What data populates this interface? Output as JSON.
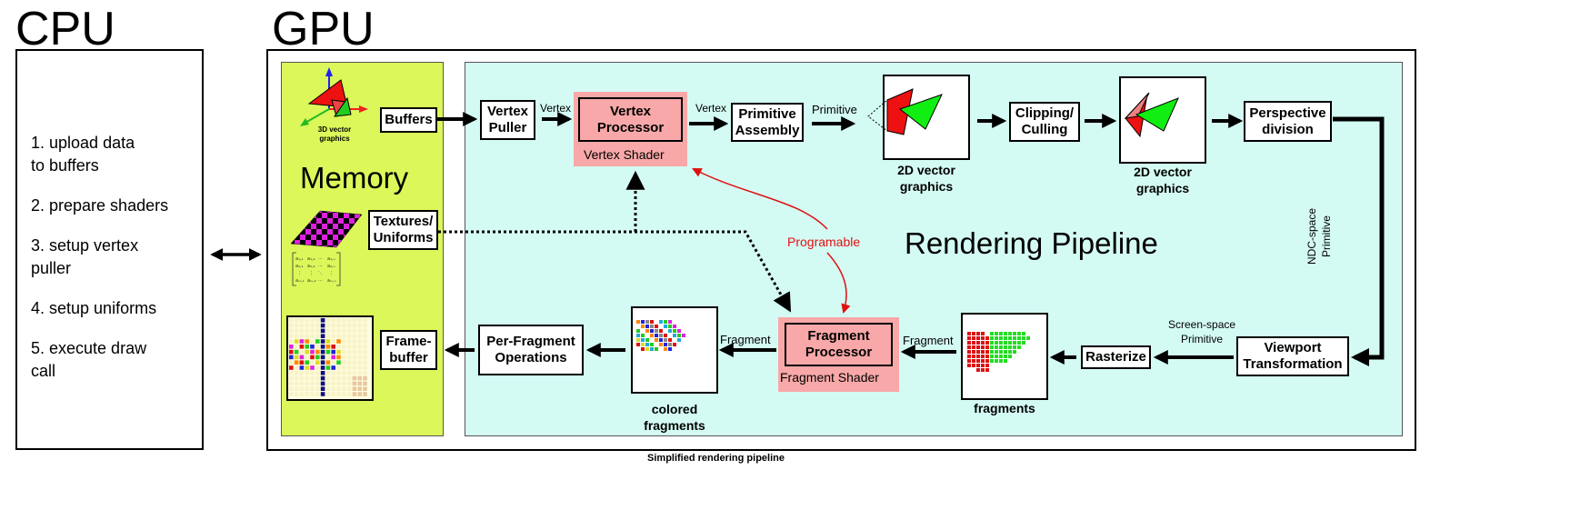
{
  "cpu": {
    "title": "CPU",
    "steps": [
      "1. upload data\nto buffers",
      "2. prepare shaders",
      "3. setup vertex\npuller",
      "4. setup uniforms",
      "5. execute draw\ncall"
    ]
  },
  "gpu": {
    "title": "GPU",
    "memory": {
      "title": "Memory",
      "vector_caption": "3D vector graphics",
      "buffers": "Buffers",
      "textures": "Textures/ Uniforms",
      "framebuffer": "Frame- buffer"
    },
    "pipeline": {
      "title": "Rendering Pipeline",
      "vertex_puller": "Vertex Puller",
      "vertex_processor": "Vertex Processor",
      "vertex_shader": "Vertex Shader",
      "primitive_assembly": "Primitive Assembly",
      "clipping": "Clipping/ Culling",
      "perspective": "Perspective division",
      "viewport": "Viewport Transformation",
      "rasterize": "Rasterize",
      "fragment_processor": "Fragment Processor",
      "fragment_shader": "Fragment Shader",
      "per_fragment": "Per-Fragment Operations",
      "vec2d_1": "2D vector graphics",
      "vec2d_2": "2D vector graphics",
      "fragments_caption": "fragments",
      "colored_fragments_caption": "colored fragments",
      "programable": "Programable",
      "edge_vertex_1": "Vertex",
      "edge_vertex_2": "Vertex",
      "edge_primitive": "Primitive",
      "edge_ndc": "NDC-space Primitive",
      "edge_screen_1": "Screen-space",
      "edge_screen_2": "Primitive",
      "edge_fragment_1": "Fragment",
      "edge_fragment_2": "Fragment"
    }
  },
  "caption": "Simplified rendering pipeline",
  "colors": {
    "memory_bg": "#dbf75a",
    "pipeline_bg": "#d4fbf3",
    "shader_bg": "#f8a8a8",
    "programable_arrow": "#e01010",
    "triangle_red": "#ee1111",
    "triangle_green": "#11ee11"
  },
  "icons": [
    "axes-icon",
    "checkerboard-icon",
    "matrix-icon",
    "framebuffer-grid-icon",
    "fragments-icon",
    "colored-fragments-icon"
  ]
}
